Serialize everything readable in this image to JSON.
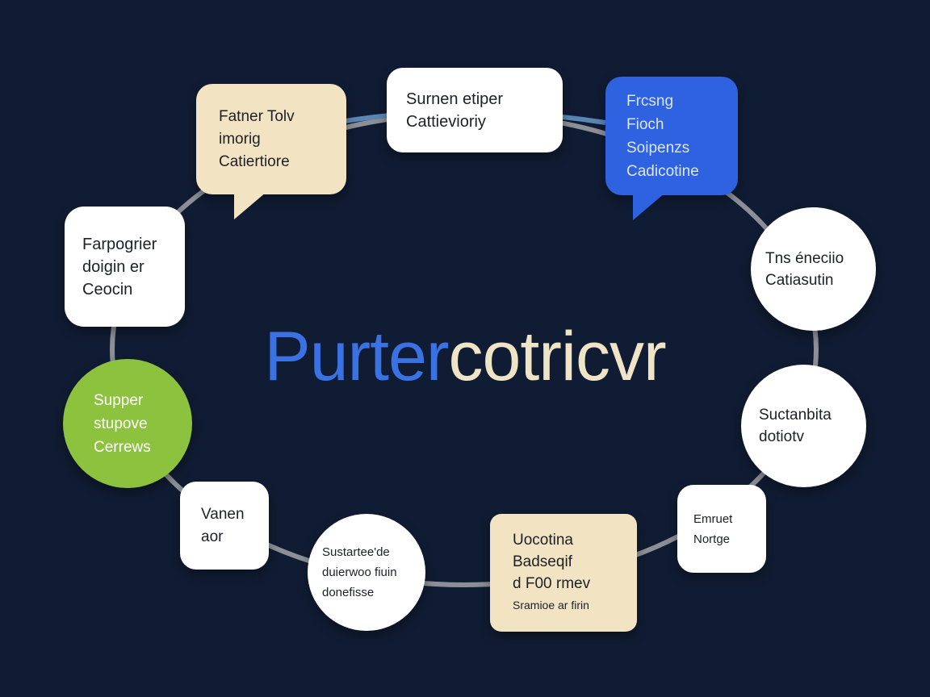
{
  "title": {
    "part1": "Purter",
    "part2": "cotricvr"
  },
  "colors": {
    "background": "#101c33",
    "ring": "#8c8f95",
    "ring_accent": "#5a86b4",
    "white_node": "#ffffff",
    "cream_node": "#f2e4c3",
    "blue_node": "#2f62e0",
    "green_node": "#8dc23e",
    "title_blue": "#3a72e3",
    "title_cream": "#efe4c6"
  },
  "nodes": {
    "n1": {
      "lines": [
        "Fatner Tolv",
        "imorig",
        "Catiertiore"
      ]
    },
    "n2": {
      "lines": [
        "Surnen etiper",
        "Cattievioriy"
      ]
    },
    "n3": {
      "lines": [
        "Frcsng",
        "Fioch",
        "Soipenzs",
        "Cadicotine"
      ]
    },
    "n4": {
      "lines": [
        "Farpogrier",
        "doigin er",
        "Ceocin"
      ]
    },
    "n5": {
      "lines": [
        "Tns éneciio",
        "Catiasutin"
      ]
    },
    "n6": {
      "lines": [
        "Supper",
        "stupove",
        "Cerrews"
      ]
    },
    "n7": {
      "lines": [
        "Suctanbita",
        "dotiotv"
      ]
    },
    "n8": {
      "lines": [
        "Vanen",
        "aor"
      ]
    },
    "n9": {
      "lines": [
        "Sustartee'de",
        "duierwoo fiuin",
        "donefisse"
      ]
    },
    "n10": {
      "lines": [
        "Uocotina",
        "Badseqif",
        "d F00 rmev",
        "Sramioe ar firin"
      ]
    },
    "n11": {
      "lines": [
        "Emruet",
        "Nortge"
      ]
    }
  }
}
